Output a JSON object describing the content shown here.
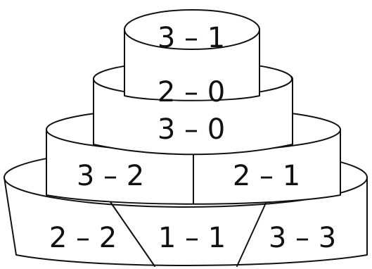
{
  "tiers": {
    "top": {
      "label": "3 – 1"
    },
    "second": {
      "label": "2 – 0"
    },
    "third": {
      "label": "3 – 0"
    },
    "fourth": {
      "left_label": "3 – 2",
      "right_label": "2 – 1"
    },
    "bottom": {
      "left_label": "2 – 2",
      "center_label": "1 – 1",
      "right_label": "3 – 3"
    }
  }
}
